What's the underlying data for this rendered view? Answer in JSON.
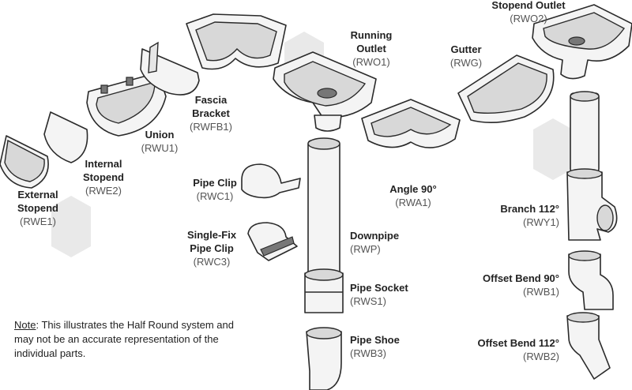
{
  "parts": [
    {
      "id": "external-stopend",
      "name": "External\nStopend",
      "code": "(RWE1)"
    },
    {
      "id": "internal-stopend",
      "name": "Internal\nStopend",
      "code": "(RWE2)"
    },
    {
      "id": "union",
      "name": "Union",
      "code": "(RWU1)"
    },
    {
      "id": "fascia-bracket",
      "name": "Fascia\nBracket",
      "code": "(RWFB1)"
    },
    {
      "id": "running-outlet",
      "name": "Running\nOutlet",
      "code": "(RWO1)"
    },
    {
      "id": "gutter",
      "name": "Gutter",
      "code": "(RWG)"
    },
    {
      "id": "stopend-outlet",
      "name": "Stopend Outlet",
      "code": "(RWO2)"
    },
    {
      "id": "pipe-clip",
      "name": "Pipe Clip",
      "code": "(RWC1)"
    },
    {
      "id": "single-fix-pipe-clip",
      "name": "Single-Fix\nPipe Clip",
      "code": "(RWC3)"
    },
    {
      "id": "angle-90",
      "name": "Angle 90°",
      "code": "(RWA1)"
    },
    {
      "id": "downpipe",
      "name": "Downpipe",
      "code": "(RWP)"
    },
    {
      "id": "pipe-socket",
      "name": "Pipe Socket",
      "code": "(RWS1)"
    },
    {
      "id": "pipe-shoe",
      "name": "Pipe Shoe",
      "code": "(RWB3)"
    },
    {
      "id": "branch-112",
      "name": "Branch 112°",
      "code": "(RWY1)"
    },
    {
      "id": "offset-bend-90",
      "name": "Offset Bend 90°",
      "code": "(RWB1)"
    },
    {
      "id": "offset-bend-112",
      "name": "Offset Bend 112°",
      "code": "(RWB2)"
    }
  ],
  "note": {
    "prefix": "Note",
    "text": ": This illustrates the Half Round system and may not be an accurate representation of the individual parts."
  },
  "colors": {
    "line": "#2a2a2a",
    "fill": "#f4f4f4",
    "inner": "#d8d8d8",
    "watermark": "#e9e9e9"
  }
}
